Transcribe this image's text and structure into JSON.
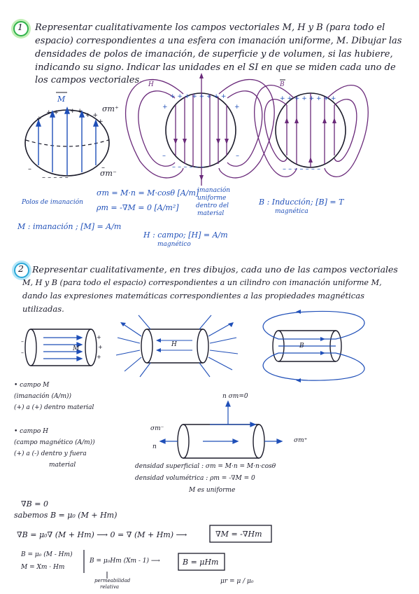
{
  "problem1": {
    "number": "1",
    "lines": [
      "Representar cualitativamente los campos vectoriales M, H y B (para todo el",
      "espacio) correspondientes a una esfera con imanación uniforme, M. Dibujar las",
      "densidades de polos de imanación, de superficie y de volumen, si las hubiere,",
      "indicando su signo. Indicar las unidades en el SI en que se miden cada uno de",
      "los campos vectoriales."
    ],
    "label_M_vec": "M",
    "label_H_vec": "H",
    "label_B_vec": "B",
    "sigma_plus": "σm⁺",
    "sigma_minus": "σm⁻",
    "polos": "Polos de imanación",
    "sigma_eq": "σm = M·n = M·cosθ [A/m]",
    "rho_eq": "ρm = -∇M = 0 [A/m²]",
    "imanacion_note": [
      "imanación",
      "uniforme",
      "dentro del",
      "material"
    ],
    "M_units": "M : imanación ; [M] = A/m",
    "H_units_a": "H : campo",
    "H_units_b": "magnético",
    "H_units_c": "; [H] = A/m",
    "B_units_a": "B : Inducción",
    "B_units_b": "magnética",
    "B_units_c": "; [B] = T"
  },
  "problem2": {
    "number": "2",
    "lines": [
      "Representar cualitativamente, en tres dibujos, cada uno de las campos vectoriales",
      "M, H y B (para todo el espacio) correspondientes a un cilindro con imanación uniforme M,",
      "dando las expresiones matemáticas correspondientes a las propiedades magnéticas",
      "utilizadas."
    ],
    "cyl_M": "M",
    "cyl_H": "H",
    "cyl_B": "B",
    "notes_M": [
      "• campo M",
      "(imanación (A/m))",
      "(+) a (+) dentro material"
    ],
    "notes_H": [
      "• campo H",
      "(campo magnético (A/m))",
      "(+) a (-) dentro y fuera",
      "material"
    ],
    "n_sigma0": "n  σm=0",
    "sigma_minus": "σm⁻",
    "sigma_plus": "σm⁺",
    "n": "n",
    "dens_sup": "densidad superficial : σm = M·n = M·n·cosθ",
    "dens_vol": "densidad volumétrica : ρm = -∇M = 0",
    "M_uniforme": "M es uniforme",
    "divB": "∇B = 0",
    "sabemos": "sabemos   B = μ₀ (M + Hm)",
    "eq_chain_a": "∇B = μ₀∇ (M + Hm) ⟶ 0 = ∇ (M + Hm) ⟶",
    "eq_box1": "∇M = -∇Hm",
    "B_eq1": "B = μ₀ (M - Hm)",
    "M_eq": "M = Xm · Hm",
    "B_eq2": "B = μ₀Hm (Xm - 1) ⟶",
    "eq_box2": "B = μHm",
    "perm_a": "permeabilidad",
    "perm_b": "relativa",
    "mu_r": "μr = μ / μ₀"
  }
}
